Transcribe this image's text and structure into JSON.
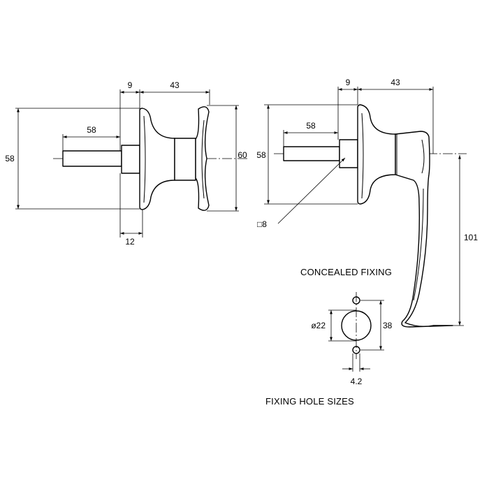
{
  "tbar": {
    "dim_top_left": "9",
    "dim_top_right": "43",
    "dim_spindle": "58",
    "dim_height_left": "58",
    "dim_height_right": "60",
    "dim_bottom": "12"
  },
  "lever": {
    "dim_top_left": "9",
    "dim_top_right": "43",
    "dim_spindle": "58",
    "dim_height_left": "58",
    "dim_square": "□8",
    "dim_drop": "101",
    "caption": "CONCEALED FIXING"
  },
  "fixing_holes": {
    "dim_diameter": "ø22",
    "dim_centres": "38",
    "dim_hole": "4.2",
    "caption": "FIXING HOLE SIZES"
  }
}
